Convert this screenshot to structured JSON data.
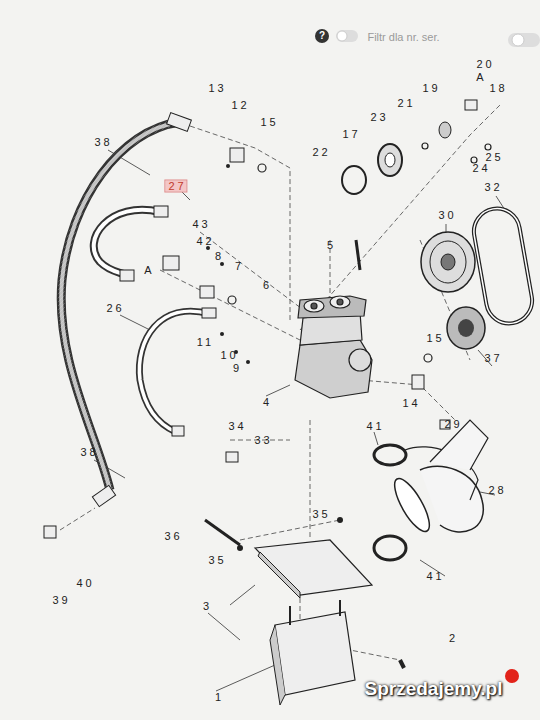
{
  "diagram": {
    "labels": [
      "?",
      "Filtr dla nr. ser.",
      "20",
      "A",
      "18",
      "19",
      "21",
      "13",
      "12",
      "15",
      "38",
      "23",
      "17",
      "25",
      "24",
      "22",
      "27",
      "43",
      "42",
      "8",
      "A",
      "32",
      "30",
      "5",
      "7",
      "6",
      "26",
      "11",
      "10",
      "9",
      "15",
      "14",
      "37",
      "29",
      "4",
      "34",
      "33",
      "41",
      "28",
      "38",
      "36",
      "35",
      "35",
      "41",
      "39",
      "40",
      "3",
      "2",
      "1",
      "Sprzedajemy.pl"
    ]
  }
}
